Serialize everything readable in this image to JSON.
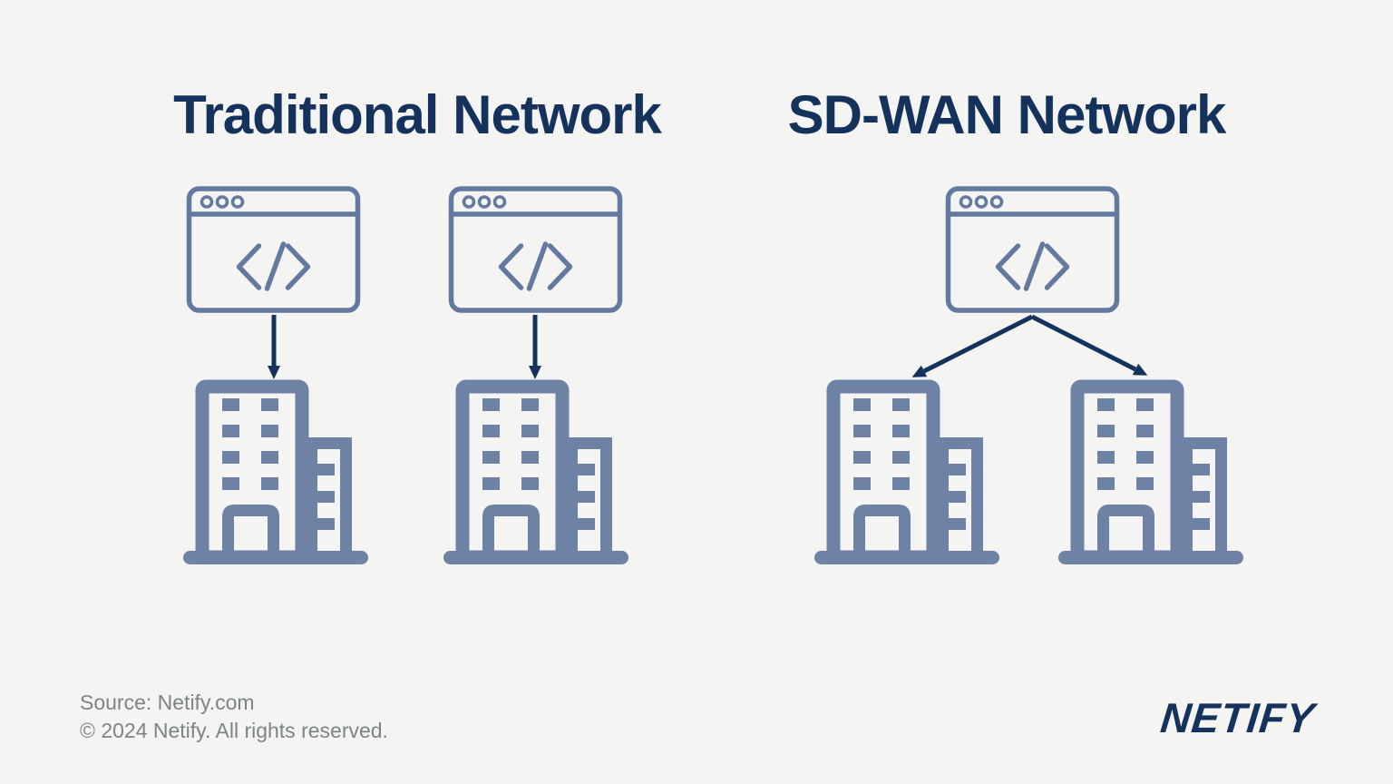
{
  "colors": {
    "background": "#f4f4f3",
    "navy": "#15325c",
    "slate_blue": "#6e82a6",
    "browser_outline": "#64799f",
    "footer_gray": "#7c8581"
  },
  "panels": {
    "traditional": {
      "title": "Traditional Network",
      "browser_count": 2,
      "building_count": 2,
      "connections": [
        "code-browser-1 -> office-building-1",
        "code-browser-2 -> office-building-2"
      ],
      "topology": "one-to-one"
    },
    "sdwan": {
      "title": "SD-WAN Network",
      "browser_count": 1,
      "building_count": 2,
      "connections": [
        "code-browser -> office-building-left",
        "code-browser -> office-building-right"
      ],
      "topology": "one-to-many"
    }
  },
  "icons": {
    "browser": "browser-window-code-icon",
    "building": "office-building-icon",
    "code_glyph": "</>",
    "arrow": "navy-arrow"
  },
  "footer": {
    "source": "Source: Netify.com",
    "copyright": "© 2024 Netify. All rights reserved.",
    "logo_text": "NETIFY"
  }
}
